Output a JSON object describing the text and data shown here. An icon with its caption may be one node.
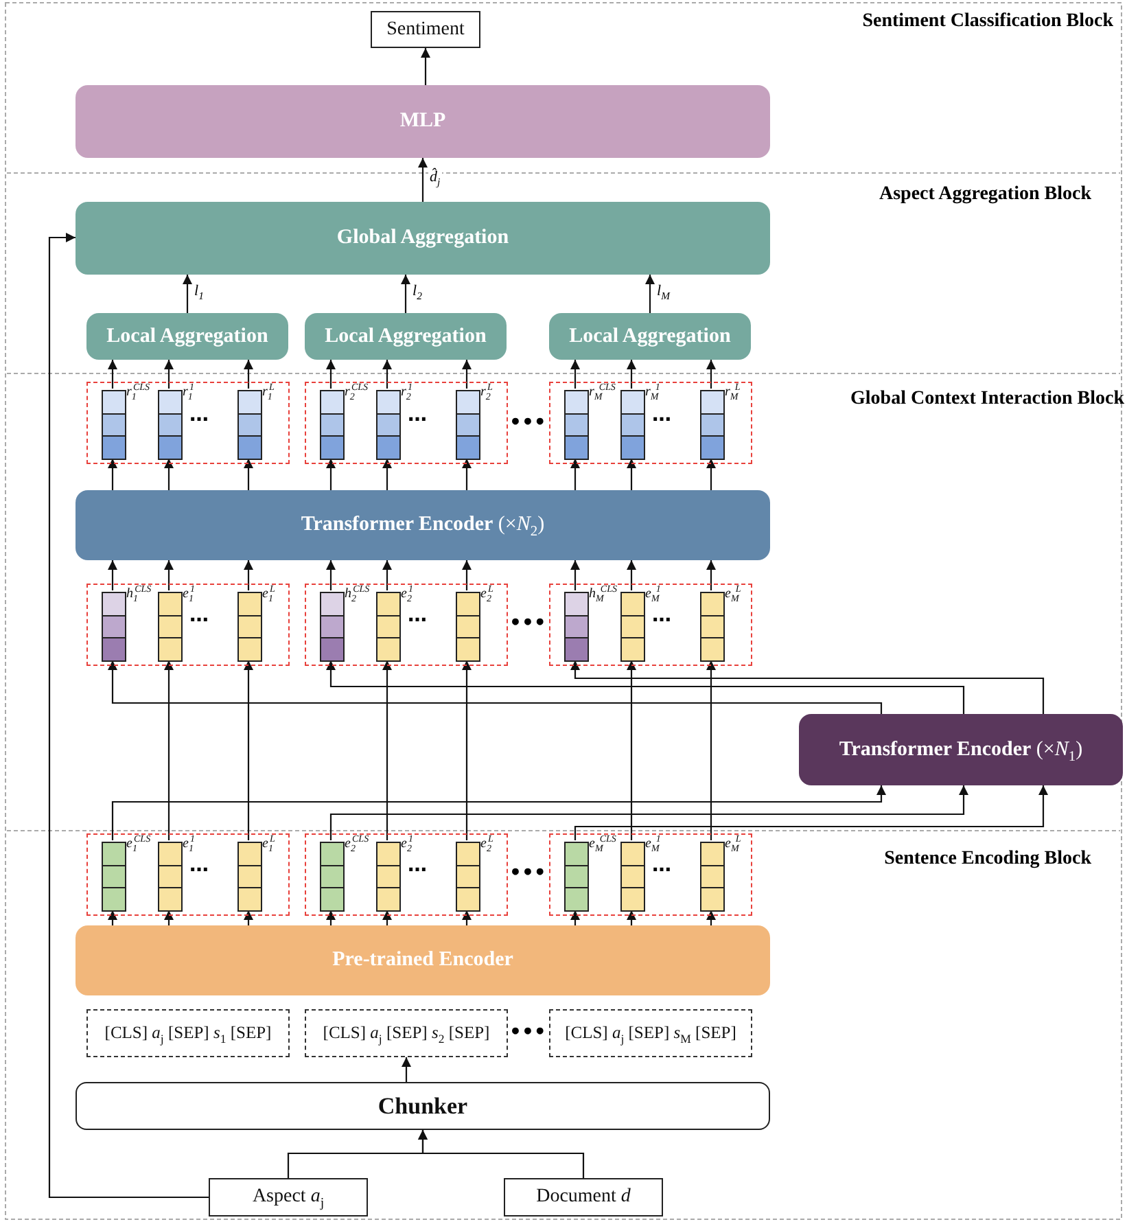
{
  "diagram": {
    "nodes": [
      {
        "text": [
          "Sentiment"
        ]
      },
      {
        "text": [
          "MLP"
        ]
      },
      {
        "text": [
          "Global Aggregation"
        ]
      },
      {
        "text": [
          "Local Aggregation"
        ]
      },
      {
        "text": [
          "Local Aggregation"
        ]
      },
      {
        "text": [
          "Local Aggregation"
        ]
      },
      {
        "text": [],
        "shape": "box"
      },
      {
        "text": [],
        "shape": "bar",
        "in": 6,
        "beside": [
          "r$_{1}$$^{CLS}$"
        ]
      },
      {
        "text": [],
        "shape": "bar",
        "in": 6,
        "beside": [
          "r$_{1}$$^{1}$"
        ]
      },
      {
        "text": [],
        "shape": "bar",
        "in": 6,
        "beside": [
          "r$_{1}$$^{L}$"
        ]
      },
      {
        "text": [],
        "shape": "box"
      },
      {
        "text": [],
        "shape": "bar",
        "in": 10,
        "beside": [
          "r$_{2}$$^{CLS}$"
        ]
      },
      {
        "text": [],
        "shape": "bar",
        "in": 10,
        "beside": [
          "r$_{2}$$^{1}$"
        ]
      },
      {
        "text": [],
        "shape": "bar",
        "in": 10,
        "beside": [
          "r$_{2}$$^{L}$"
        ]
      },
      {
        "text": [],
        "shape": "box"
      },
      {
        "text": [],
        "shape": "bar",
        "in": 14,
        "beside": [
          "r$_{M}$$^{CLS}$"
        ]
      },
      {
        "text": [],
        "shape": "bar",
        "in": 14,
        "beside": [
          "r$_{M}$$^{1}$"
        ]
      },
      {
        "text": [],
        "shape": "bar",
        "in": 14,
        "beside": [
          "r$_{M}$$^{L}$"
        ]
      },
      {
        "text": [
          "**Transformer Encoder** (×*N*$_{2}$)"
        ]
      },
      {
        "text": [],
        "shape": "box"
      },
      {
        "text": [],
        "shape": "bar",
        "in": 19,
        "beside": [
          "h$_{1}$$^{CLS}$"
        ]
      },
      {
        "text": [],
        "shape": "bar",
        "in": 19,
        "beside": [
          "e$_{1}$$^{1}$"
        ]
      },
      {
        "text": [],
        "shape": "bar",
        "in": 19,
        "beside": [
          "e$_{1}$$^{L}$"
        ]
      },
      {
        "text": [],
        "shape": "box"
      },
      {
        "text": [],
        "shape": "bar",
        "in": 23,
        "beside": [
          "h$_{2}$$^{CLS}$"
        ]
      },
      {
        "text": [],
        "shape": "bar",
        "in": 23,
        "beside": [
          "e$_{2}$$^{1}$"
        ]
      },
      {
        "text": [],
        "shape": "bar",
        "in": 23,
        "beside": [
          "e$_{2}$$^{L}$"
        ]
      },
      {
        "text": [],
        "shape": "box"
      },
      {
        "text": [],
        "shape": "bar",
        "in": 27,
        "beside": [
          "h$_{M}$$^{CLS}$"
        ]
      },
      {
        "text": [],
        "shape": "bar",
        "in": 27,
        "beside": [
          "e$_{M}$$^{1}$"
        ]
      },
      {
        "text": [],
        "shape": "bar",
        "in": 27,
        "beside": [
          "e$_{M}$$^{L}$"
        ]
      },
      {
        "text": [
          "**Transformer Encoder** (×*N*$_{1}$)"
        ]
      },
      {
        "text": [],
        "shape": "box"
      },
      {
        "text": [],
        "shape": "bar",
        "in": 32,
        "beside": [
          "e$_{1}$$^{CLS}$"
        ]
      },
      {
        "text": [],
        "shape": "bar",
        "in": 32,
        "beside": [
          "e$_{1}$$^{1}$"
        ]
      },
      {
        "text": [],
        "shape": "bar",
        "in": 32,
        "beside": [
          "e$_{1}$$^{L}$"
        ]
      },
      {
        "text": [],
        "shape": "box"
      },
      {
        "text": [],
        "shape": "bar",
        "in": 36,
        "beside": [
          "e$_{2}$$^{CLS}$"
        ]
      },
      {
        "text": [],
        "shape": "bar",
        "in": 36,
        "beside": [
          "e$_{2}$$^{1}$"
        ]
      },
      {
        "text": [],
        "shape": "bar",
        "in": 36,
        "beside": [
          "e$_{2}$$^{L}$"
        ]
      },
      {
        "text": [],
        "shape": "box"
      },
      {
        "text": [],
        "shape": "bar",
        "in": 40,
        "beside": [
          "e$_{M}$$^{CLS}$"
        ]
      },
      {
        "text": [],
        "shape": "bar",
        "in": 40,
        "beside": [
          "e$_{M}$$^{1}$"
        ]
      },
      {
        "text": [],
        "shape": "bar",
        "in": 40,
        "beside": [
          "e$_{M}$$^{L}$"
        ]
      },
      {
        "text": [
          "Pre-trained Encoder"
        ]
      },
      {
        "text": [
          "[CLS] *a*$_{j}$ [SEP] *s*$_{1}$ [SEP]"
        ]
      },
      {
        "text": [
          "[CLS] *a*$_{j}$ [SEP] *s*$_{2}$ [SEP]"
        ]
      },
      {
        "text": [
          "[CLS] *a*$_{j}$ [SEP] *s*$_{M}$ [SEP]"
        ]
      },
      {
        "text": [
          "Chunker"
        ]
      },
      {
        "text": [
          "Aspect *a*$_{j}$"
        ]
      },
      {
        "text": [
          "Document *d*"
        ]
      }
    ],
    "edges": [
      {
        "from": 1,
        "to": 0,
        "arrow": "to"
      },
      {
        "from": 2,
        "to": 1,
        "arrow": "to",
        "label": "d̂$_{j}$"
      },
      {
        "from": 3,
        "to": 2,
        "arrow": "to",
        "label": "l$_{1}$"
      },
      {
        "from": 4,
        "to": 2,
        "arrow": "to",
        "label": "l$_{2}$"
      },
      {
        "from": 5,
        "to": 2,
        "arrow": "to",
        "label": "l$_{M}$"
      },
      {
        "from": 49,
        "to": 2,
        "arrow": "to"
      },
      {
        "from": 7,
        "to": 3,
        "arrow": "to"
      },
      {
        "from": 8,
        "to": 3,
        "arrow": "to"
      },
      {
        "from": 9,
        "to": 3,
        "arrow": "to"
      },
      {
        "from": 11,
        "to": 4,
        "arrow": "to"
      },
      {
        "from": 12,
        "to": 4,
        "arrow": "to"
      },
      {
        "from": 13,
        "to": 4,
        "arrow": "to"
      },
      {
        "from": 15,
        "to": 5,
        "arrow": "to"
      },
      {
        "from": 16,
        "to": 5,
        "arrow": "to"
      },
      {
        "from": 17,
        "to": 5,
        "arrow": "to"
      },
      {
        "from": 18,
        "to": 7,
        "arrow": "to"
      },
      {
        "from": 18,
        "to": 8,
        "arrow": "to"
      },
      {
        "from": 18,
        "to": 9,
        "arrow": "to"
      },
      {
        "from": 18,
        "to": 11,
        "arrow": "to"
      },
      {
        "from": 18,
        "to": 12,
        "arrow": "to"
      },
      {
        "from": 18,
        "to": 13,
        "arrow": "to"
      },
      {
        "from": 18,
        "to": 15,
        "arrow": "to"
      },
      {
        "from": 18,
        "to": 16,
        "arrow": "to"
      },
      {
        "from": 18,
        "to": 17,
        "arrow": "to"
      },
      {
        "from": 20,
        "to": 18,
        "arrow": "to"
      },
      {
        "from": 21,
        "to": 18,
        "arrow": "to"
      },
      {
        "from": 22,
        "to": 18,
        "arrow": "to"
      },
      {
        "from": 24,
        "to": 18,
        "arrow": "to"
      },
      {
        "from": 25,
        "to": 18,
        "arrow": "to"
      },
      {
        "from": 26,
        "to": 18,
        "arrow": "to"
      },
      {
        "from": 28,
        "to": 18,
        "arrow": "to"
      },
      {
        "from": 29,
        "to": 18,
        "arrow": "to"
      },
      {
        "from": 30,
        "to": 18,
        "arrow": "to"
      },
      {
        "from": 34,
        "to": 21,
        "arrow": "to"
      },
      {
        "from": 35,
        "to": 22,
        "arrow": "to"
      },
      {
        "from": 38,
        "to": 25,
        "arrow": "to"
      },
      {
        "from": 39,
        "to": 26,
        "arrow": "to"
      },
      {
        "from": 42,
        "to": 29,
        "arrow": "to"
      },
      {
        "from": 43,
        "to": 30,
        "arrow": "to"
      },
      {
        "from": 33,
        "to": 31,
        "arrow": "to"
      },
      {
        "from": 37,
        "to": 31,
        "arrow": "to"
      },
      {
        "from": 41,
        "to": 31,
        "arrow": "to"
      },
      {
        "from": 31,
        "to": 20,
        "arrow": "to"
      },
      {
        "from": 31,
        "to": 24,
        "arrow": "to"
      },
      {
        "from": 31,
        "to": 28,
        "arrow": "to"
      },
      {
        "from": 44,
        "to": 33,
        "arrow": "to"
      },
      {
        "from": 44,
        "to": 34,
        "arrow": "to"
      },
      {
        "from": 44,
        "to": 35,
        "arrow": "to"
      },
      {
        "from": 44,
        "to": 37,
        "arrow": "to"
      },
      {
        "from": 44,
        "to": 38,
        "arrow": "to"
      },
      {
        "from": 44,
        "to": 39,
        "arrow": "to"
      },
      {
        "from": 44,
        "to": 41,
        "arrow": "to"
      },
      {
        "from": 44,
        "to": 42,
        "arrow": "to"
      },
      {
        "from": 44,
        "to": 43,
        "arrow": "to"
      },
      {
        "from": 48,
        "to": 46,
        "arrow": "to"
      },
      {
        "from": 49,
        "to": 48,
        "arrow": "to"
      },
      {
        "from": 50,
        "to": 48,
        "arrow": "to"
      }
    ],
    "labels": [
      "Sentiment Classification Block",
      "Aspect Aggregation Block",
      "Global Context Interaction Block",
      "⋯",
      "⋯",
      "•••",
      "⋯",
      "⋯",
      "⋯",
      "•••",
      "⋯",
      "Sentence Encoding Block",
      "⋯",
      "⋯",
      "•••",
      "⋯",
      "•••"
    ]
  }
}
